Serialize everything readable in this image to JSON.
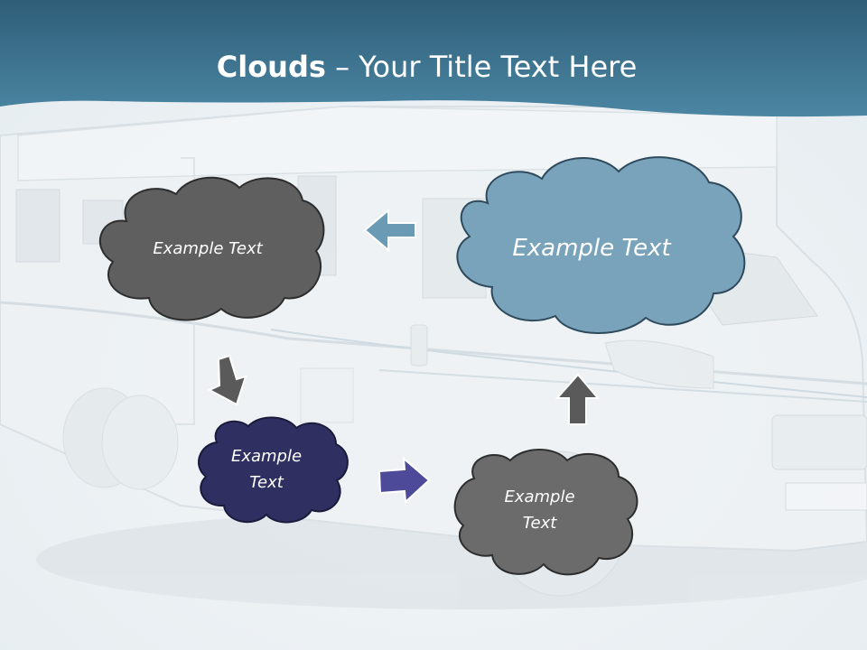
{
  "title": {
    "bold": "Clouds",
    "rest": " – Your Title Text Here"
  },
  "clouds": [
    {
      "id": "cloud-1",
      "text": "Example Text",
      "fill": "#5f5f5f"
    },
    {
      "id": "cloud-2",
      "text": "Example Text",
      "fill": "#79a3bb"
    },
    {
      "id": "cloud-3",
      "line1": "Example",
      "line2": "Text",
      "fill": "#2f3061"
    },
    {
      "id": "cloud-4",
      "line1": "Example",
      "line2": "Text",
      "fill": "#6b6b6b"
    }
  ],
  "colors": {
    "header": "#3e6f88",
    "arrow_blue": "#6a9ab4",
    "arrow_gray": "#5a5a5a",
    "arrow_purple": "#4d4a9a"
  }
}
